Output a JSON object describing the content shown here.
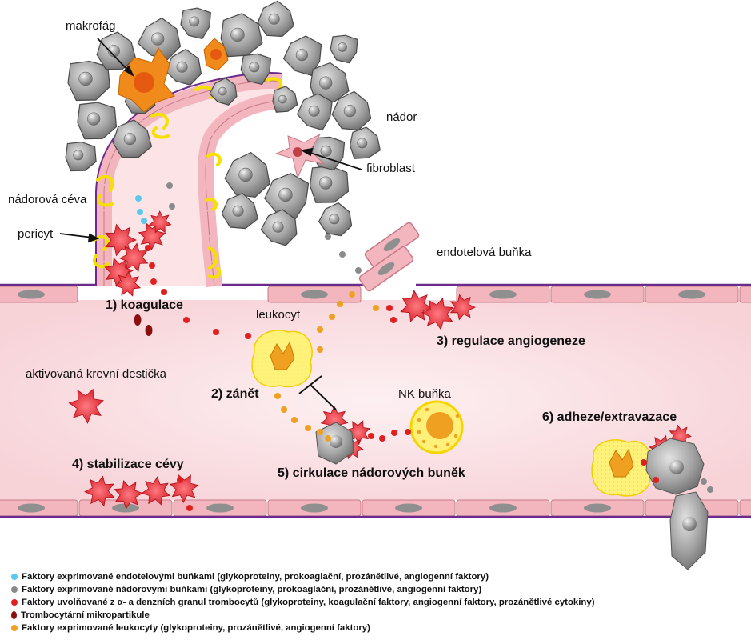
{
  "labels": {
    "macrophage": "makrofág",
    "tumor": "nádor",
    "fibroblast": "fibroblast",
    "tumor_vessel": "nádorová céva",
    "pericyte": "pericyt",
    "endothelial_cell": "endotelová buňka",
    "leukocyte": "leukocyt",
    "activated_platelet": "aktivovaná krevní destička",
    "nk_cell": "NK buňka"
  },
  "steps": [
    {
      "text": "1) koagulace"
    },
    {
      "text": "2) zánět"
    },
    {
      "text": "3) regulace angiogeneze"
    },
    {
      "text": "4) stabilizace cévy"
    },
    {
      "text": "5) cirkulace nádorových buněk"
    },
    {
      "text": "6) adheze/extravazace"
    }
  ],
  "legend": [
    {
      "color": "#5bc8ee",
      "shape": "dot",
      "text": "Faktory exprimované endotelovými buňkami (glykoproteiny, prokoaglační, prozánětlivé, angiogenní faktory)"
    },
    {
      "color": "#8a8a8a",
      "shape": "dot",
      "text": "Faktory exprimované nádorovými buňkami (glykoproteiny, prokoaglační, prozánětlivé, angiogenní faktory)"
    },
    {
      "color": "#e02020",
      "shape": "dot",
      "text": "Faktory uvolňované z α- a denzních granul trombocytů (glykoproteiny, koagulační faktory, angiogenní faktory, prozánětlivé cytokiny)"
    },
    {
      "color": "#8b0f0f",
      "shape": "oval",
      "text": "Trombocytární mikropartikule"
    },
    {
      "color": "#f0a020",
      "shape": "dot",
      "text": "Faktory exprimované leukocyty (glykoproteiny, prozánětlivé, angiogenní faktory)"
    }
  ],
  "colors": {
    "vessel_wall": "#f4b6be",
    "lumen": "#fbe3e6",
    "membrane": "#6b2a8c",
    "tumor_cell": "#9a9a9a",
    "platelet": "#e8323a",
    "pericyte": "#f5e000",
    "macrophage": "#f08a1a"
  }
}
